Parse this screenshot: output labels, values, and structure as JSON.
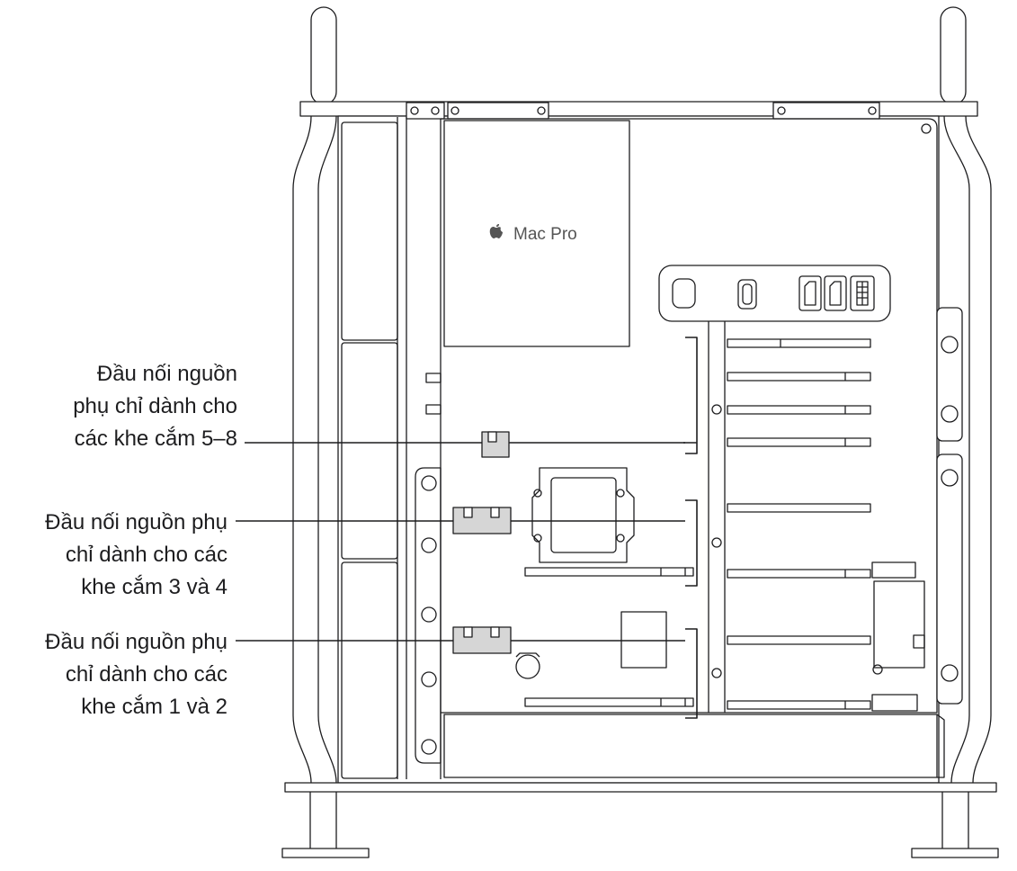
{
  "device": {
    "brand_label": "Mac Pro",
    "logo_icon": "apple-logo-icon"
  },
  "callouts": [
    {
      "id": "slots-5-8",
      "lines": [
        "Đầu nối nguồn",
        "phụ chỉ dành cho",
        "các khe cắm 5–8"
      ]
    },
    {
      "id": "slots-3-4",
      "lines": [
        "Đầu nối nguồn phụ",
        "chỉ dành cho các",
        "khe cắm 3 và 4"
      ]
    },
    {
      "id": "slots-1-2",
      "lines": [
        "Đầu nối nguồn phụ",
        "chỉ dành cho các",
        "khe cắm 1 và 2"
      ]
    }
  ],
  "colors": {
    "stroke": "#1d1d1f",
    "connector_fill": "#d6d6d6",
    "background": "#ffffff"
  }
}
